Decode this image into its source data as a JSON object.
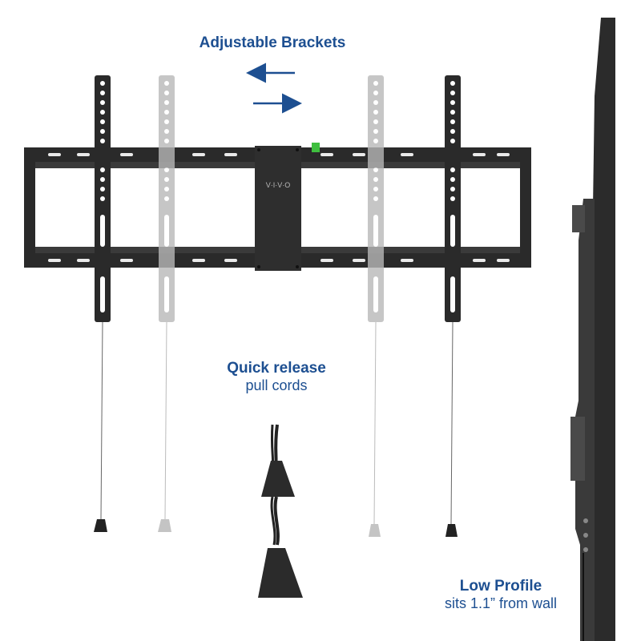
{
  "labels": {
    "adjustable_brackets": "Adjustable Brackets",
    "quick_release_title": "Quick release",
    "quick_release_sub": "pull cords",
    "low_profile_title": "Low Profile",
    "low_profile_sub": "sits 1.1” from wall"
  },
  "logo_text": "V·I·V·O",
  "colors": {
    "text_blue": "#1d4f91",
    "arrow_blue": "#1d4f91",
    "metal_dark": "#2a2a2a",
    "metal_faded": "#b8b8b8",
    "level_green": "#3fbf3f"
  }
}
